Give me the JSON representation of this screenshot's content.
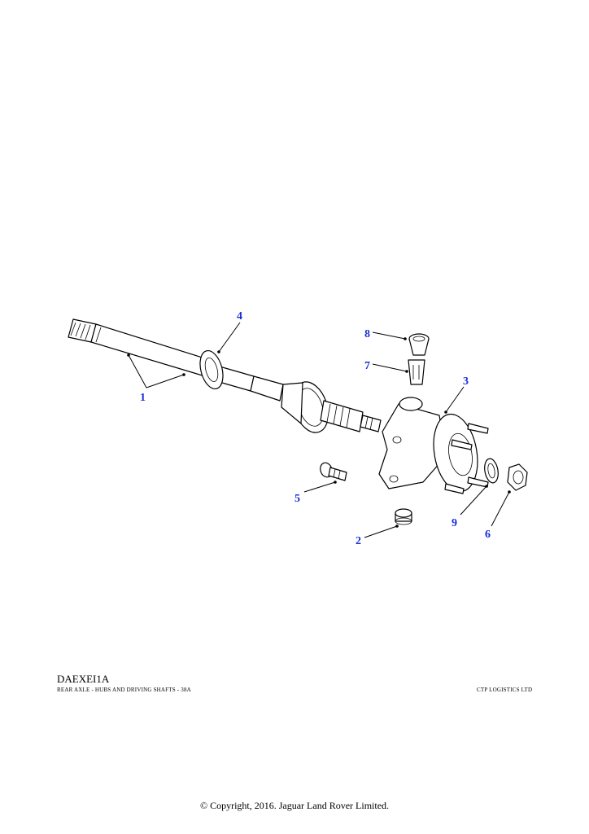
{
  "diagram": {
    "callouts": {
      "c1": "1",
      "c2": "2",
      "c3": "3",
      "c4": "4",
      "c5": "5",
      "c6": "6",
      "c7": "7",
      "c8": "8",
      "c9": "9"
    }
  },
  "footer": {
    "code": "DAEXEI1A",
    "caption": "REAR AXLE - HUBS AND DRIVING SHAFTS - 38A",
    "company": "CTP LOGISTICS LTD",
    "copyright": "© Copyright, 2016. Jaguar Land Rover Limited."
  },
  "colors": {
    "callout": "#1a2fd6",
    "line": "#000000",
    "background": "#ffffff"
  }
}
